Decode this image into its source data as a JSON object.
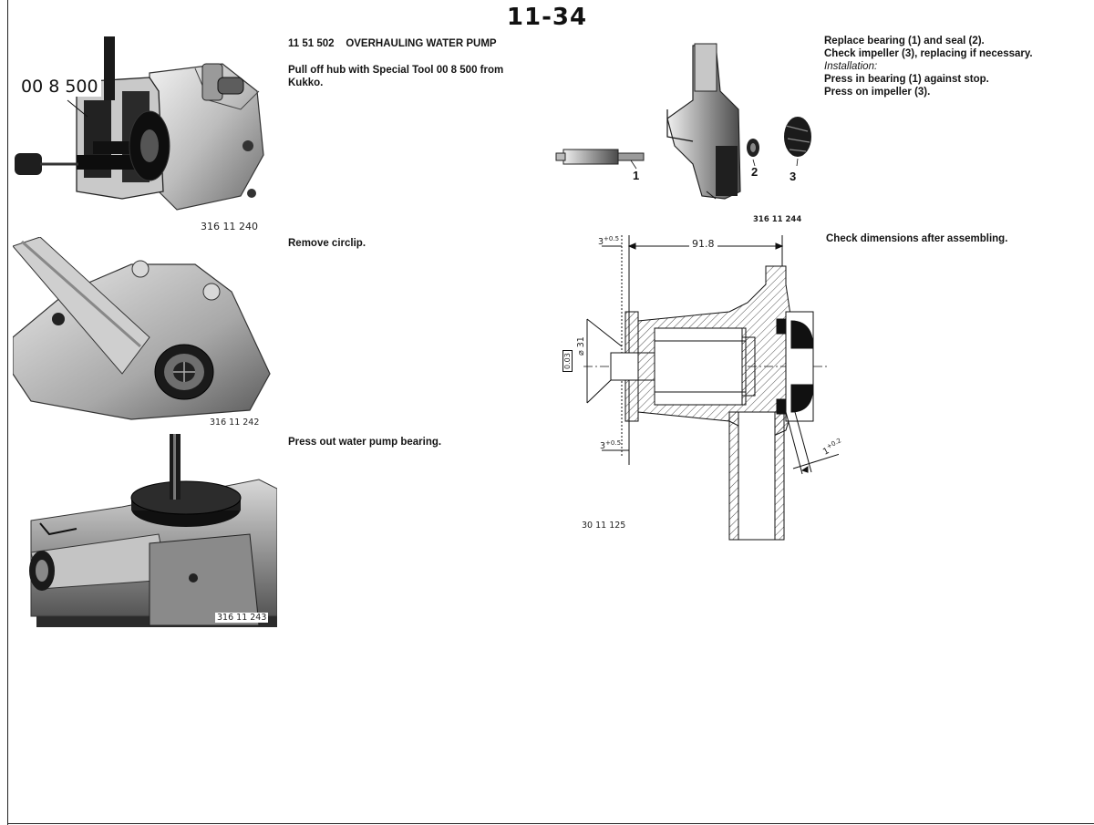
{
  "page": {
    "number": "11-34"
  },
  "section": {
    "code": "11 51 502",
    "title": "OVERHAULING WATER PUMP"
  },
  "steps": [
    {
      "lines": [
        "Pull off hub with Special Tool 00 8 500 from",
        "Kukko."
      ]
    },
    {
      "lines": [
        "Remove circlip."
      ]
    },
    {
      "lines": [
        "Press out water pump bearing."
      ]
    }
  ],
  "right_text": {
    "lines": [
      "Replace bearing (1) and seal (2).",
      "Check impeller (3), replacing if necessary.",
      "Installation:",
      "Press in bearing (1) against stop.",
      "Press on impeller (3)."
    ],
    "check_dimensions": "Check dimensions after assembling."
  },
  "figures": {
    "photo1": {
      "tool_label": "00 8 500",
      "caption": "316 11 240"
    },
    "photo2": {
      "caption": "316 11 242"
    },
    "photo3": {
      "caption": "316 11 243"
    },
    "exploded": {
      "caption": "316 11 244",
      "labels": [
        "1",
        "2",
        "3"
      ]
    },
    "section": {
      "caption": "30 11 125",
      "dim_top_offset": "3",
      "dim_top_offset_tol": "+0.5",
      "dim_length": "91.8",
      "dim_bottom_offset": "3",
      "dim_bottom_offset_tol": "+0.5",
      "dim_diameter": "⌀ 31",
      "dim_tolerance_box": "0.03",
      "dim_clearance": "1",
      "dim_clearance_tol": "+0.2"
    }
  }
}
